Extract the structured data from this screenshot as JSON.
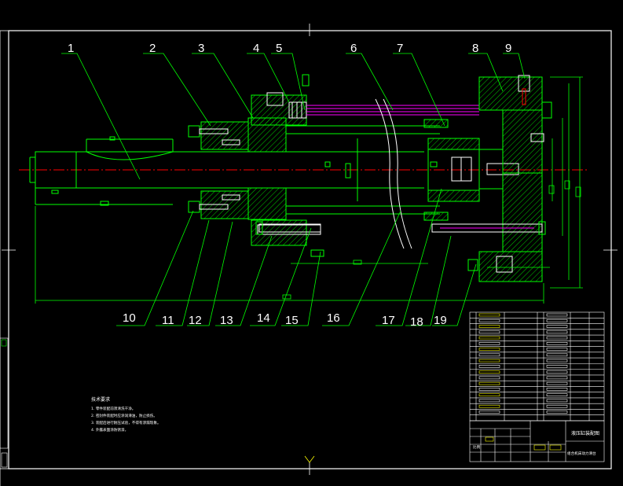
{
  "callouts": [
    {
      "label": "1"
    },
    {
      "label": "2"
    },
    {
      "label": "3"
    },
    {
      "label": "4"
    },
    {
      "label": "5"
    },
    {
      "label": "6"
    },
    {
      "label": "7"
    },
    {
      "label": "8"
    },
    {
      "label": "9"
    },
    {
      "label": "10"
    },
    {
      "label": "11"
    },
    {
      "label": "12"
    },
    {
      "label": "13"
    },
    {
      "label": "14"
    },
    {
      "label": "15"
    },
    {
      "label": "16"
    },
    {
      "label": "17"
    },
    {
      "label": "18"
    },
    {
      "label": "19"
    }
  ],
  "tech_notes": {
    "title": "技术要求",
    "lines": [
      "1.  零件装配前须清洗干净。",
      "2.  密封件装配时应涂润滑油，防止损伤。",
      "3.  装配后进行耐压试验，不得有渗漏现象。",
      "4.  外露表面涂防锈漆。"
    ]
  },
  "title_block": {
    "drawing_name": "液压缸装配图",
    "subtitle": "组合机床动力滑台",
    "scale_label": "比例"
  },
  "colors": {
    "background": "#000000",
    "outline": "#00ff00",
    "frame": "#ffffff",
    "centerline": "#ff0000",
    "hatch": "#00ff00",
    "dimension": "#00ff00",
    "seal": "#ff00ff",
    "accent": "#ffff00"
  }
}
